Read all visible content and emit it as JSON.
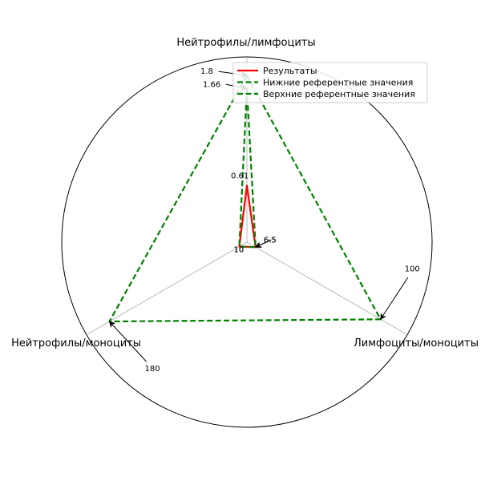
{
  "chart_data": {
    "type": "radar",
    "axes": [
      "Нейтрофилы/лимфоциты",
      "Лимфоциты/моноциты",
      "Нейтрофилы/моноциты"
    ],
    "max_values": [
      2.0,
      120,
      210
    ],
    "series": [
      {
        "name": "Результаты",
        "values": [
          0.61,
          6.5,
          10
        ],
        "color": "#ff0000",
        "dash": "solid"
      },
      {
        "name": "Нижние референтные значения",
        "values": [
          1.66,
          6.5,
          10
        ],
        "color": "#008000",
        "dash": "dashed"
      },
      {
        "name": "Верхние референтные значения",
        "values": [
          1.8,
          100,
          180
        ],
        "color": "#008000",
        "dash": "dashed"
      }
    ],
    "annotations": [
      {
        "text": "1.8",
        "axis": 0,
        "value": 1.8
      },
      {
        "text": "1.66",
        "axis": 0,
        "value": 1.66
      },
      {
        "text": "0.61",
        "axis": 0,
        "value": 0.61
      },
      {
        "text": "6.5",
        "axis": 1,
        "value": 6.5
      },
      {
        "text": "6.5",
        "axis": 1,
        "value": 6.5
      },
      {
        "text": "100",
        "axis": 1,
        "value": 100
      },
      {
        "text": "10",
        "axis": 2,
        "value": 10
      },
      {
        "text": "10",
        "axis": 2,
        "value": 10
      },
      {
        "text": "180",
        "axis": 2,
        "value": 180
      }
    ],
    "legend_position": "top-right",
    "grid": true
  }
}
